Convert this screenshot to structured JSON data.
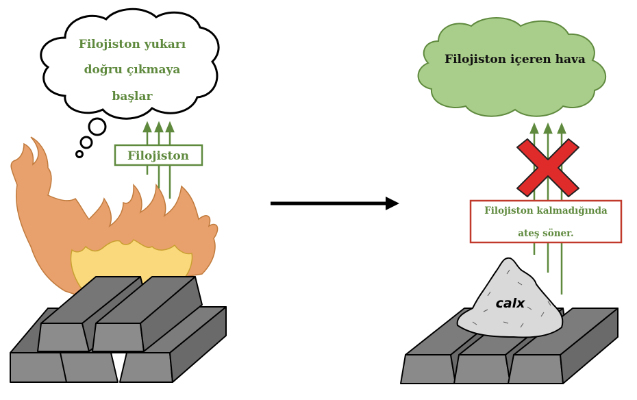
{
  "left": {
    "thought_lines": [
      "Filojiston yukarı",
      "doğru çıkmaya",
      "başlar"
    ],
    "label": "Filojiston"
  },
  "right": {
    "cloud_text": "Filojiston içeren hava",
    "note_lines": [
      "Filojiston kalmadığında",
      "ateş söner."
    ],
    "calx_label": "calx"
  },
  "colors": {
    "green_text": "#5f8a3e",
    "arrow_green": "#5f8a3e",
    "cloud_fill": "#a9cd8a",
    "flame_outer": "#e8a06c",
    "flame_inner": "#f9d97c",
    "metal": "#8c8c8c",
    "cross": "#e02b2b",
    "note_border": "#c0392b",
    "calx_fill": "#d9d9d9"
  }
}
